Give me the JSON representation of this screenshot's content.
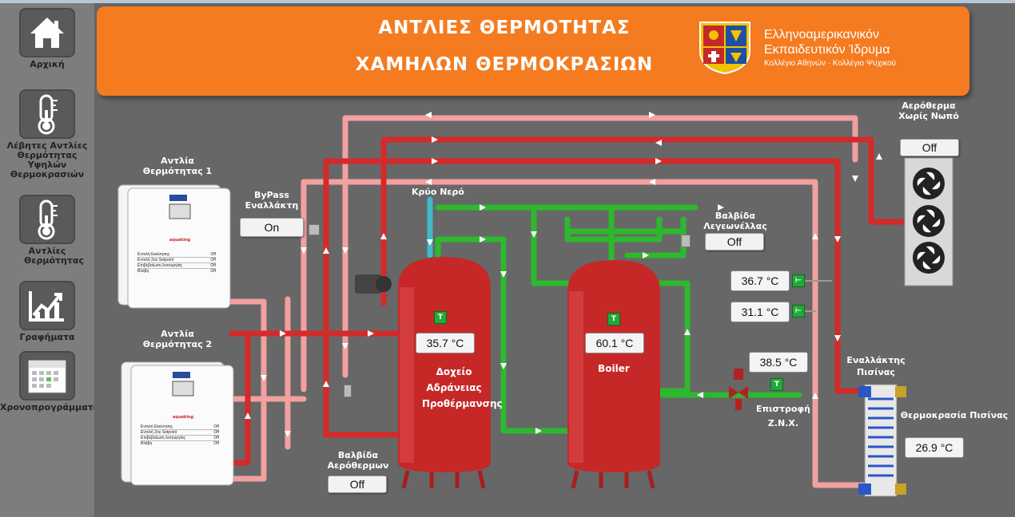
{
  "header": {
    "title_line1": "ΑΝΤΛΙΕΣ ΘΕΡΜΟΤΗΤΑΣ",
    "title_line2": "ΧΑΜΗΛΩΝ ΘΕΡΜΟΚΡΑΣΙΩΝ",
    "org_line1": "Ελληνοαμερικανικόν",
    "org_line2": "Εκπαιδευτικόν Ίδρυμα",
    "org_line3": "Κολλέγιο Αθηνών · Κολλέγιο Ψυχικού"
  },
  "sidebar": {
    "items": [
      {
        "label": "Αρχική",
        "icon": "home-icon"
      },
      {
        "label": "Λέβητες Αντλίες Θερμότητας Υψηλών Θερμοκρασιών",
        "icon": "thermometer-icon"
      },
      {
        "label": "Αντλίες Θερμότητας",
        "icon": "thermometer-icon"
      },
      {
        "label": "Γραφήματα",
        "icon": "chart-icon"
      },
      {
        "label": "Χρονοπρογράμματα",
        "icon": "calendar-icon"
      }
    ]
  },
  "labels": {
    "hp1": "Αντλία Θερμότητας 1",
    "hp2": "Αντλία Θερμότητας 2",
    "bypass": "ByPass Εναλλάκτη",
    "cold_water": "Κρύο Νερό",
    "valve_legionella": "Βαλβίδα Λεγεωνέλλας",
    "fan_coil": "Αερόθερμα Χωρίς Νωπό",
    "valve_fan": "Βαλβίδα Αερόθερμων",
    "tank1": "Δοχείο Αδράνειας Προθέρμανσης",
    "tank2": "Boiler",
    "return": "Επιστροφή Ζ.Ν.Χ.",
    "pool_exchanger": "Εναλλάκτης Πισίνας",
    "pool_temp_label": "Θερμοκρασία Πισίνας"
  },
  "status": {
    "bypass": "On",
    "valve_legionella": "Off",
    "fan_coil": "Off",
    "valve_fan": "Off"
  },
  "temps": {
    "tank1": "35.7 °C",
    "tank2": "60.1 °C",
    "sensor_a": "36.7 °C",
    "sensor_b": "31.1 °C",
    "return": "38.5 °C",
    "pool": "26.9 °C"
  },
  "hp_panel": {
    "brand": "aquaking",
    "rows": [
      {
        "name": "Εντολή Εκκίνησης",
        "value": "Off"
      },
      {
        "name": "Εντολή 2ου Setpoint",
        "value": "Off"
      },
      {
        "name": "Επιβεβαίωση λειτουργίας",
        "value": "Off"
      },
      {
        "name": "Βλάβη",
        "value": "Off"
      }
    ]
  },
  "sensor_tag": "T",
  "colors": {
    "header": "#f47b20",
    "hot_pipe": "#d42a2a",
    "warm_pipe": "#f29a9a",
    "green_pipe": "#2eb82e",
    "tank": "#c62828"
  }
}
